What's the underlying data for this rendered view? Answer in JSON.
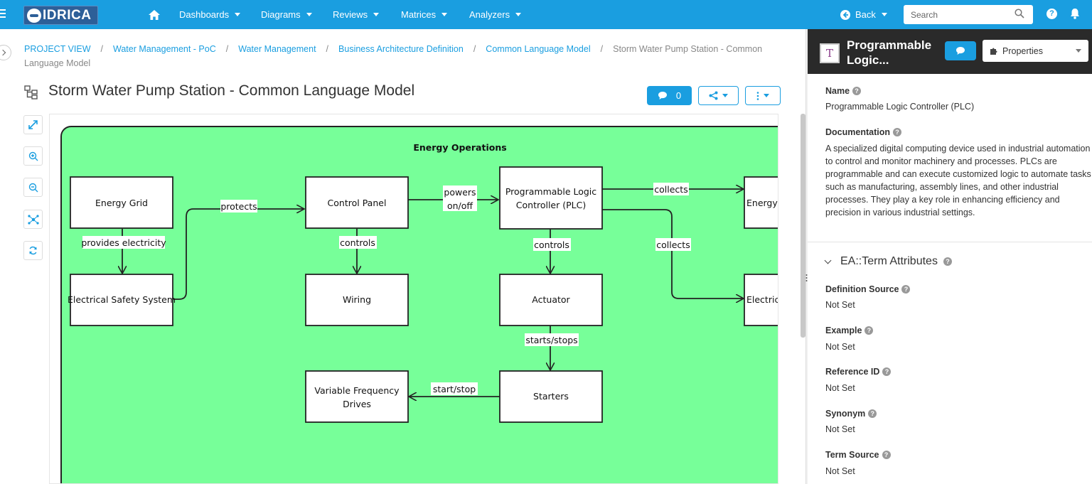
{
  "nav": {
    "logo_text": "IDRICA",
    "items": [
      {
        "label": "Dashboards"
      },
      {
        "label": "Diagrams"
      },
      {
        "label": "Reviews"
      },
      {
        "label": "Matrices"
      },
      {
        "label": "Analyzers"
      }
    ],
    "back_label": "Back",
    "search_placeholder": "Search"
  },
  "breadcrumb": {
    "items": [
      "PROJECT VIEW",
      "Water Management - PoC",
      "Water Management",
      "Business Architecture Definition",
      "Common Language Model"
    ],
    "current": "Storm Water Pump Station - Common Language Model"
  },
  "page": {
    "title": "Storm Water Pump Station - Common Language Model",
    "comment_count": "0"
  },
  "diagram": {
    "group_title": "Energy Operations",
    "group_color": "#77ff99",
    "nodes": {
      "energy_grid": "Energy Grid",
      "electrical_safety": "Electrical Safety System",
      "control_panel": "Control Panel",
      "wiring": "Wiring",
      "plc_line1": "Programmable Logic",
      "plc_line2": "Controller (PLC)",
      "actuator": "Actuator",
      "starters": "Starters",
      "vfd_line1": "Variable Frequency",
      "vfd_line2": "Drives",
      "energy_partial": "Energy",
      "electrical_partial": "Electrica"
    },
    "edges": {
      "provides": "provides electricity",
      "protects": "protects",
      "controls_wiring": "controls",
      "powers_line1": "powers",
      "powers_line2": "on/off",
      "controls_actuator": "controls",
      "collects_top": "collects",
      "collects_bottom": "collects",
      "starts_stops": "starts/stops",
      "start_stop": "start/stop"
    }
  },
  "panel": {
    "title": "Programmable Logic...",
    "view_select": "Properties",
    "name_label": "Name",
    "name_value": "Programmable Logic Controller (PLC)",
    "doc_label": "Documentation",
    "doc_value": "A specialized digital computing device used in industrial automation to control and monitor machinery and processes. PLCs are programmable and can execute customized logic to automate tasks such as manufacturing, assembly lines, and other industrial processes. They play a key role in enhancing efficiency and precision in various industrial settings.",
    "section_title": "EA::Term Attributes",
    "attributes": [
      {
        "label": "Definition Source",
        "value": "Not Set"
      },
      {
        "label": "Example",
        "value": "Not Set"
      },
      {
        "label": "Reference ID",
        "value": "Not Set"
      },
      {
        "label": "Synonym",
        "value": "Not Set"
      },
      {
        "label": "Term Source",
        "value": "Not Set"
      }
    ]
  },
  "colors": {
    "primary": "#1a9ee0",
    "panel_header": "#2a2a2a"
  }
}
